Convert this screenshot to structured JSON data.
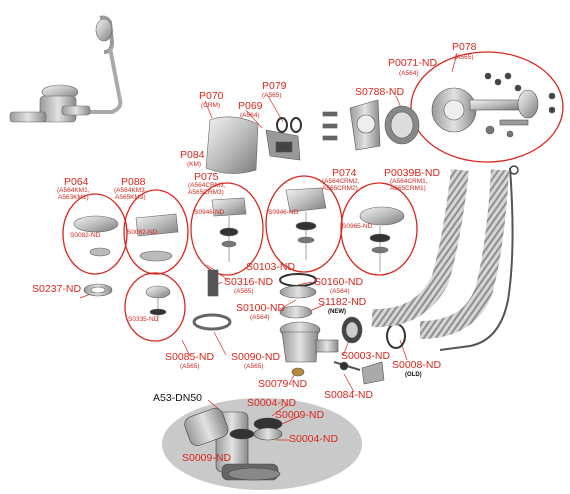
{
  "colors": {
    "accent": "#d9261c",
    "label_dark": "#111111",
    "highlight_ellipse": "#c9c9c9"
  },
  "labels": {
    "p078": "P078",
    "p078_sub": "(A565)",
    "p0071": "P0071-ND",
    "p0071_sub": "(A564)",
    "s0788": "S0788-ND",
    "p079": "P079",
    "p079_sub": "(A565)",
    "p070": "P070",
    "p070_sub": "(CRM)",
    "p069": "P069",
    "p069_sub": "(A564)",
    "p084": "P084",
    "p084_sub": "(KM)",
    "p064": "P064",
    "p064_sub1": "(A564KM1,",
    "p064_sub2": "A563KM1)",
    "p088": "P088",
    "p088_sub1": "(A564KM3,",
    "p088_sub2": "A565KM3)",
    "p075": "P075",
    "p075_sub1": "(A564CRM3,",
    "p075_sub2": "A565CRM3)",
    "p074": "P074",
    "p074_sub1": "(A564CRM2,",
    "p074_sub2": "A565CRM2)",
    "p0039b": "P0039B-ND",
    "p0039b_sub1": "(A564CRM1,",
    "p0039b_sub2": "A565CRM1)",
    "s0082a": "S0082-ND",
    "s0082b": "S0082-ND",
    "s0946a": "S0946-ND",
    "s0946b": "S0946-ND",
    "s0965": "S0965-ND",
    "s0237": "S0237-ND",
    "s0103": "S0103-ND",
    "s0316": "S0316-ND",
    "s0316_sub": "(A565)",
    "s0160": "S0160-ND",
    "s0160_sub": "(A564)",
    "s0100": "S0100-ND",
    "s0100_sub": "(A564)",
    "s1182": "S1182-ND",
    "s1182_sub": "(NEW)",
    "s0335": "S0335-ND",
    "s0085": "S0085-ND",
    "s0085_sub": "(A565)",
    "s0090": "S0090-ND",
    "s0090_sub": "(A565)",
    "s0003": "S0003-ND",
    "s0008": "S0008-ND",
    "s0008_sub": "(OLD)",
    "s0079": "S0079-ND",
    "s0084": "S0084-ND",
    "a53": "A53-DN50",
    "s0004a": "S0004-ND",
    "s0009a": "S0009-ND",
    "s0004b": "S0004-ND",
    "s0009b": "S0009-ND"
  }
}
